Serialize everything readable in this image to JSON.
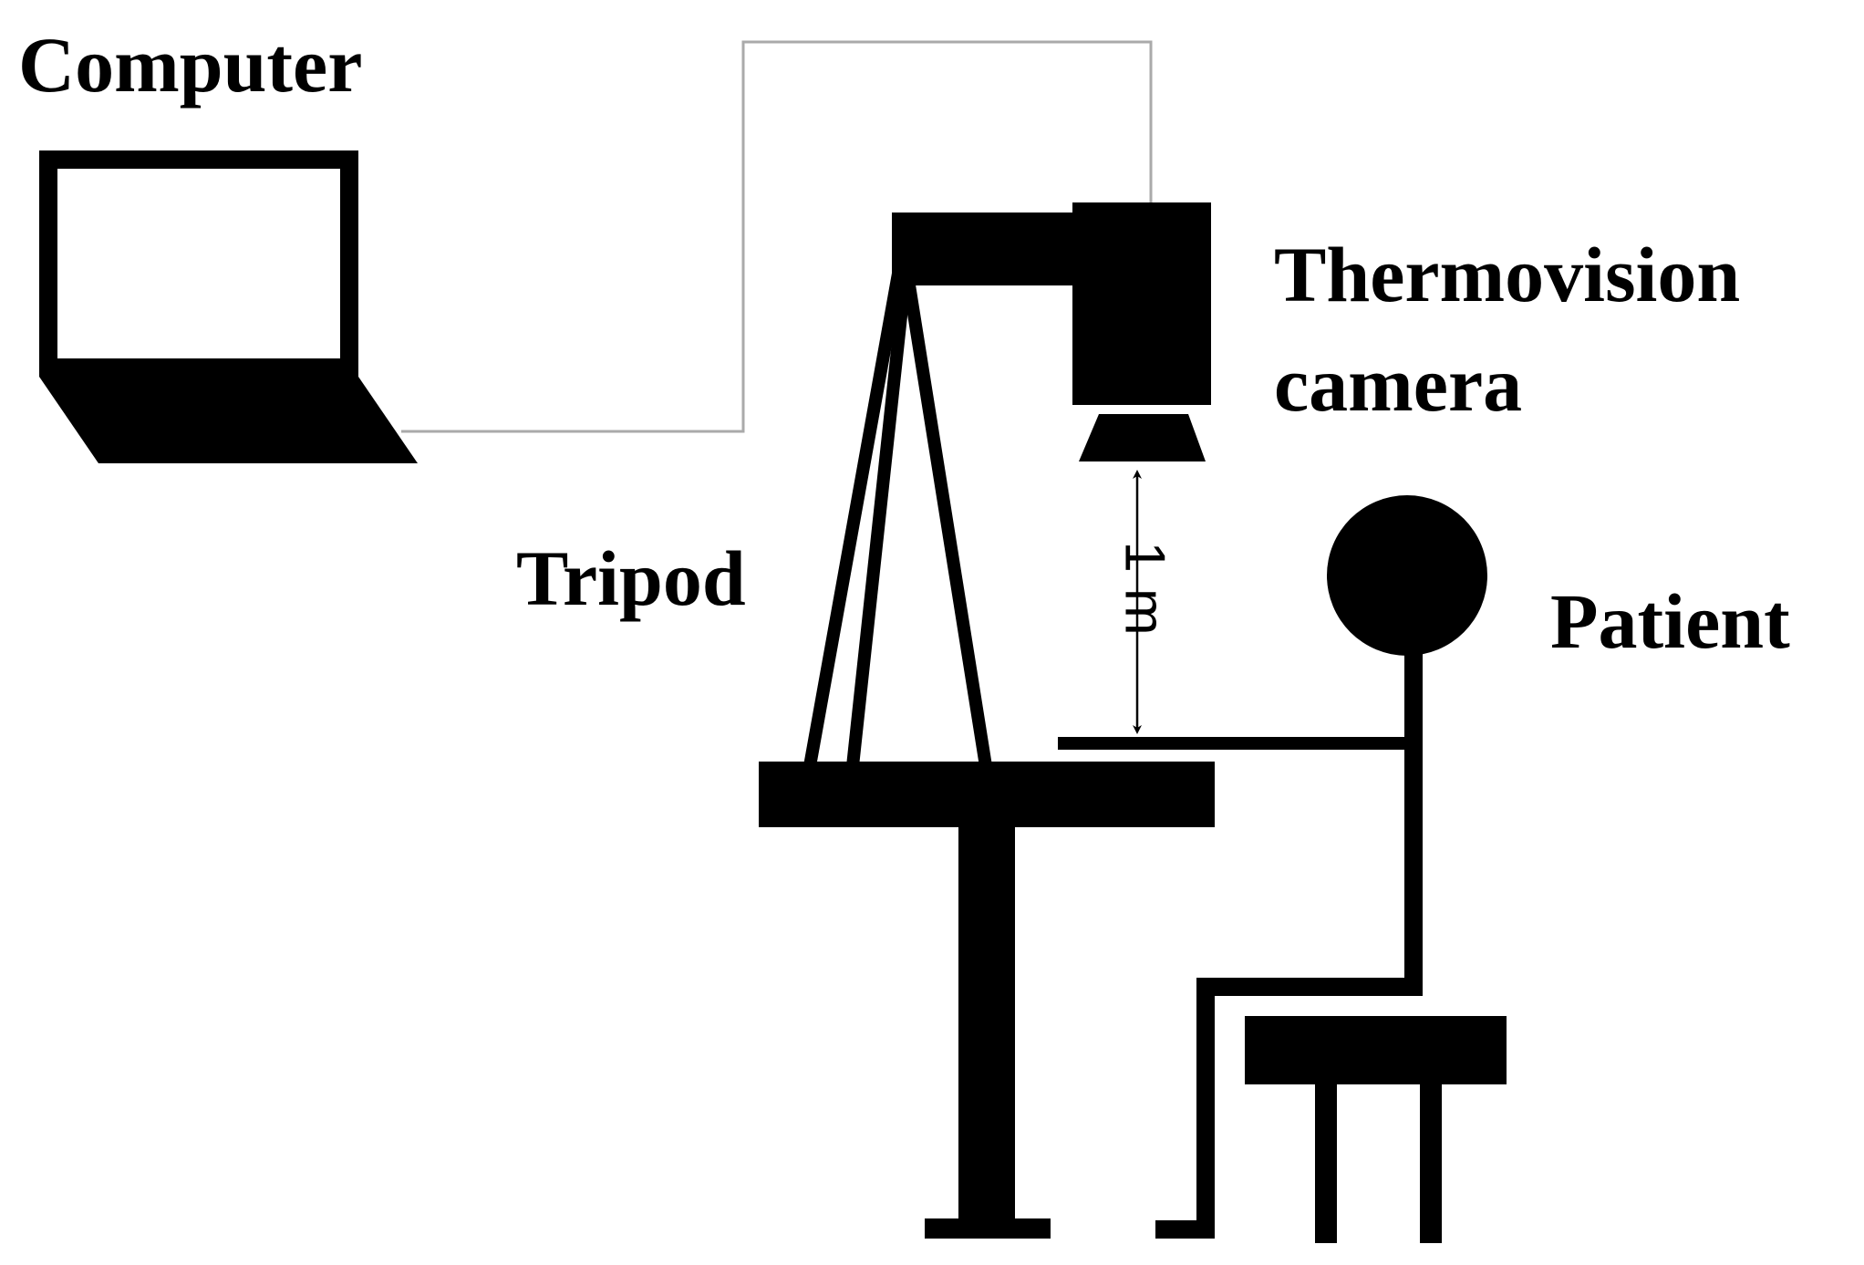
{
  "labels": {
    "computer": "Computer",
    "camera_line1": "Thermovision",
    "camera_line2": "camera",
    "tripod": "Tripod",
    "patient": "Patient",
    "distance": "1 m"
  },
  "icons": {
    "computer": "laptop-icon",
    "camera": "thermal-camera-icon",
    "tripod": "tripod-icon",
    "table": "table-icon",
    "patient": "seated-person-icon",
    "stool": "stool-icon",
    "cable": "cable-line",
    "distance": "double-arrow"
  },
  "colors": {
    "ink": "#000000",
    "cable": "#aaaaaa",
    "background": "#ffffff"
  }
}
